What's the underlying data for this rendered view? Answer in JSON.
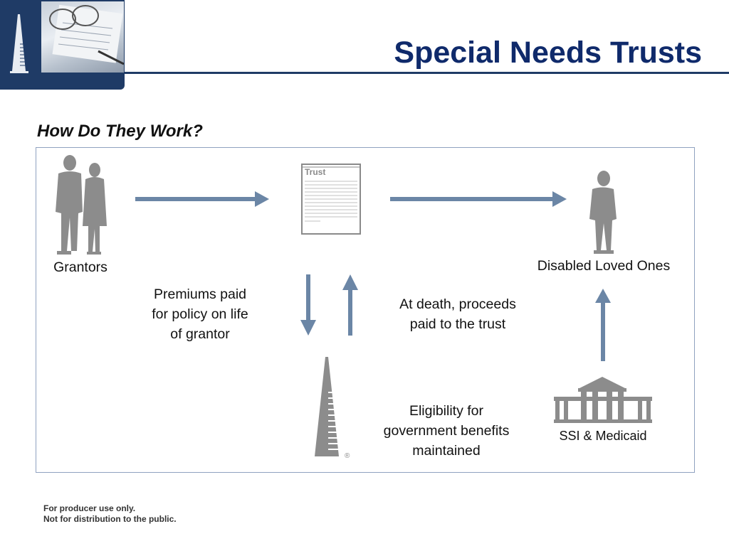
{
  "header": {
    "title": "Special Needs Trusts",
    "subtitle": "How Do They Work?"
  },
  "diagram": {
    "nodes": {
      "grantors": "Grantors",
      "trust_doc": "Trust",
      "disabled": "Disabled Loved Ones",
      "ssi": "SSI & Medicaid"
    },
    "edges": {
      "premiums": [
        "Premiums paid",
        "for policy on life",
        "of grantor"
      ],
      "proceeds": [
        "At death, proceeds",
        "paid to the trust"
      ],
      "eligibility": [
        "Eligibility for",
        "government benefits",
        "maintained"
      ]
    },
    "marks": {
      "registered": "®"
    }
  },
  "footer": {
    "line1": "For producer use only.",
    "line2": "Not for distribution to the public."
  },
  "colors": {
    "title": "#0f2a6b",
    "header_band": "#1f3b66",
    "arrow": "#6b86a6",
    "figure": "#8c8c8c",
    "box_border": "#8fa2c0"
  }
}
